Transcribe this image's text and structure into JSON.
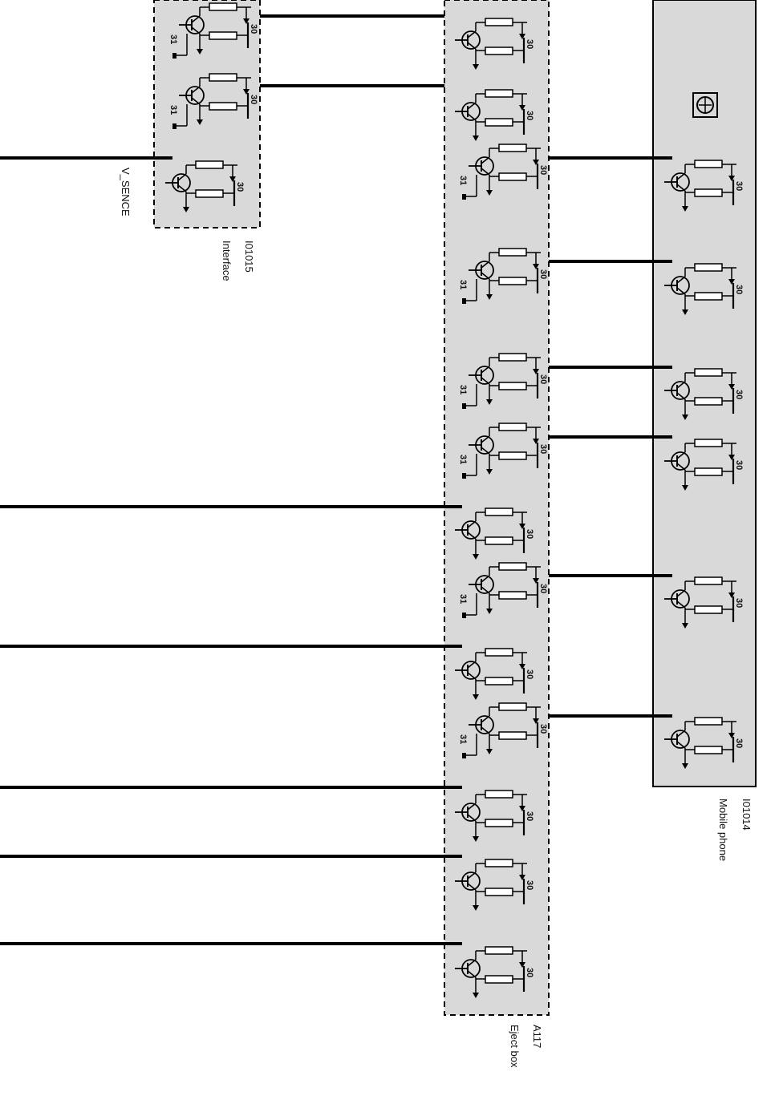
{
  "modules": {
    "interface": {
      "id": "I01015",
      "name": "Interface"
    },
    "eject_box": {
      "id": "A117",
      "name": "Eject box"
    },
    "mobile_phone": {
      "id": "I01014",
      "name": "Mobile phone"
    }
  },
  "signals": {
    "v_sence": "V_SENCE"
  },
  "terminals": {
    "supply": "30",
    "ground": "31"
  },
  "colors": {
    "module_fill": "#d9d9d9",
    "line": "#000000"
  }
}
